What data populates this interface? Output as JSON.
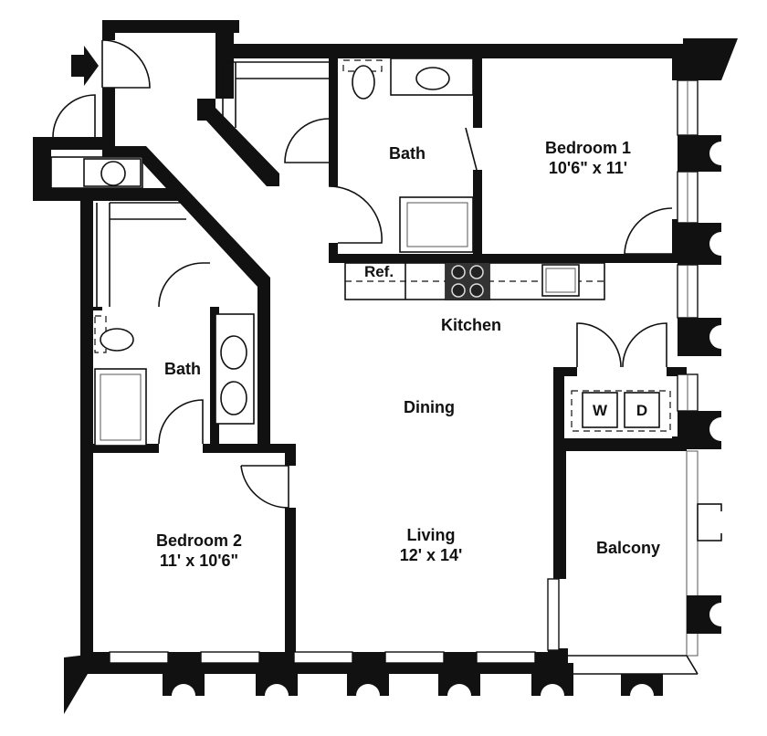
{
  "rooms": {
    "bedroom1": {
      "name": "Bedroom 1",
      "size": "10'6\" x 11'"
    },
    "bath_upper": {
      "name": "Bath"
    },
    "kitchen": {
      "name": "Kitchen"
    },
    "dining": {
      "name": "Dining"
    },
    "bath_lower": {
      "name": "Bath"
    },
    "bedroom2": {
      "name": "Bedroom 2",
      "size": "11' x 10'6\""
    },
    "living": {
      "name": "Living",
      "size": "12' x 14'"
    },
    "balcony": {
      "name": "Balcony"
    }
  },
  "fixtures": {
    "refrigerator": "Ref.",
    "washer": "W",
    "dryer": "D"
  }
}
